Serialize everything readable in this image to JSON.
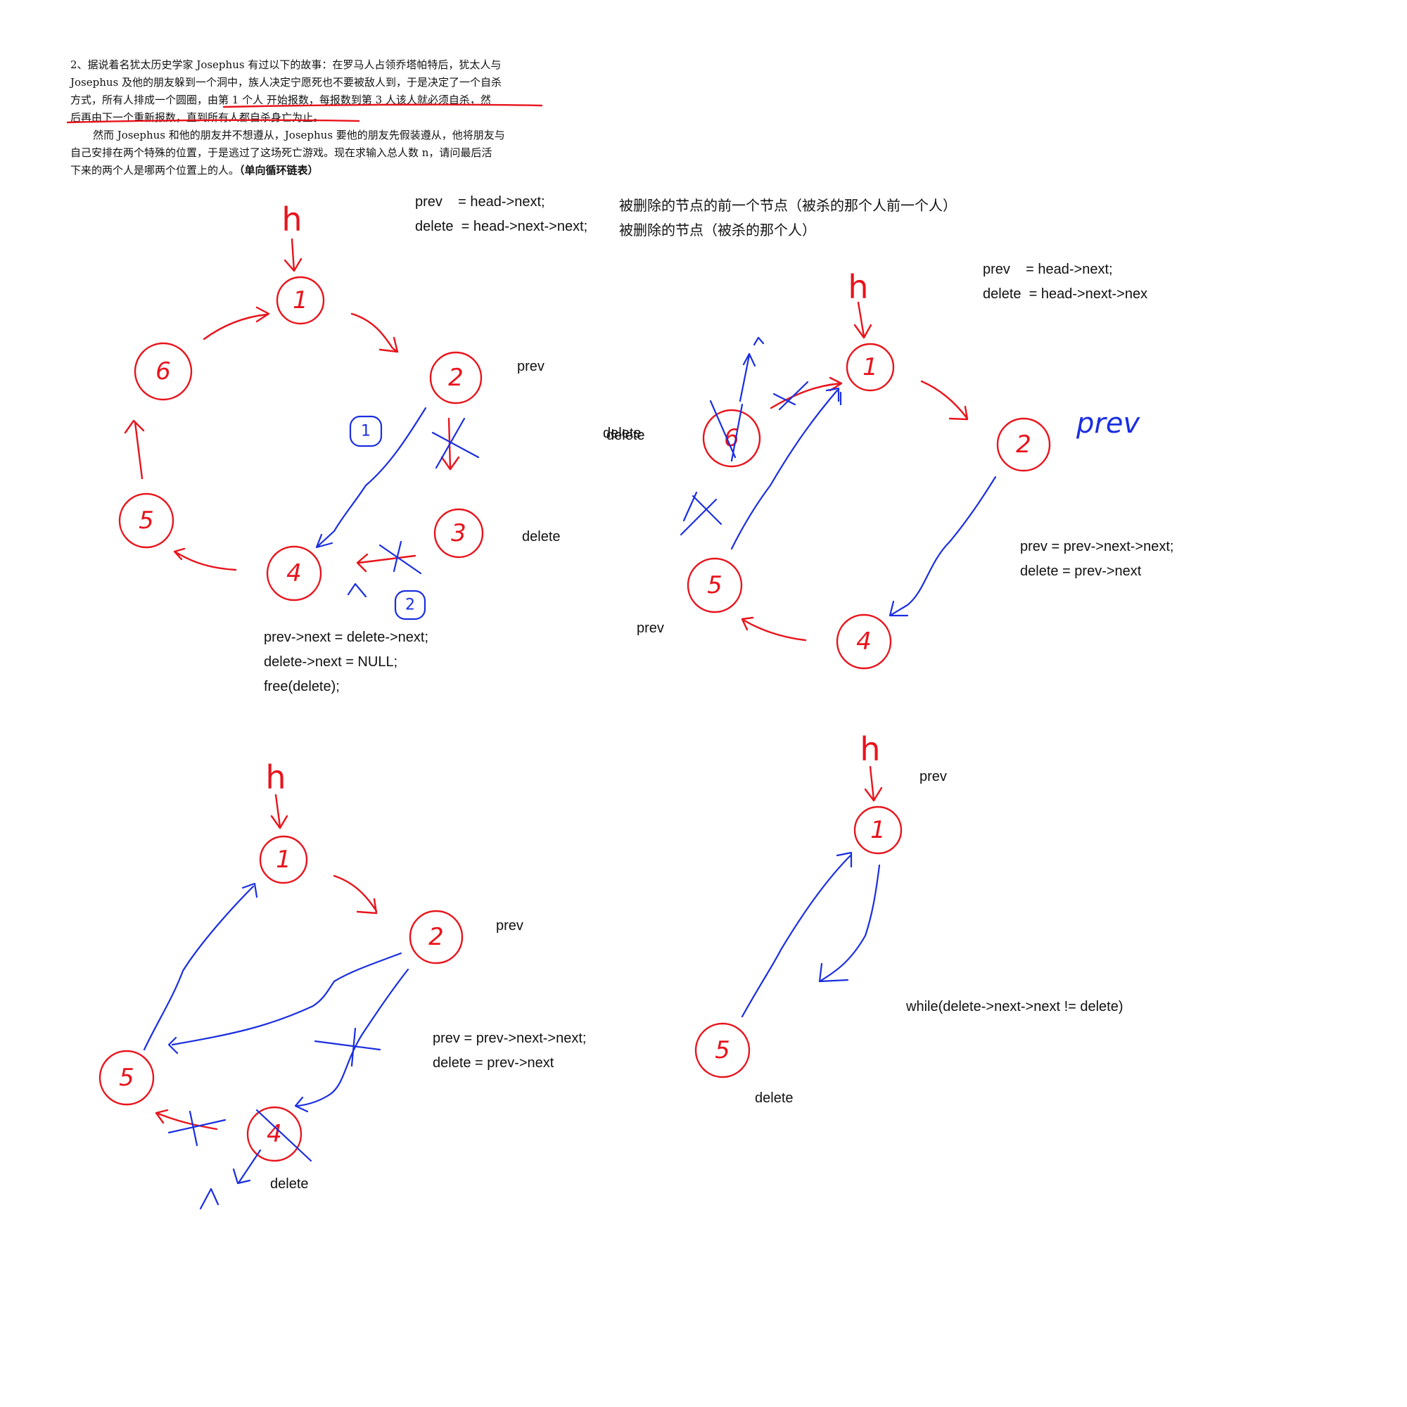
{
  "problem": {
    "line1": "2、据说着名犹太历史学家 Josephus 有过以下的故事：在罗马人占领乔塔帕特后，犹太人与",
    "line2": "Josephus 及他的朋友躲到一个洞中，族人决定宁愿死也不要被敌人到，于是决定了一个自杀",
    "line3": "方式，所有人排成一个圆圈，由第 1 个人 开始报数，每报数到第 3 人该人就必须自杀，然",
    "line4": "后再由下一个重新报数，直到所有人都自杀身亡为止。",
    "line5": "然而 Josephus 和他的朋友并不想遵从，Josephus 要他的朋友先假装遵从，他将朋友与",
    "line6": "自己安排在两个特殊的位置，于是逃过了这场死亡游戏。现在求输入总人数 n，请问最后活",
    "line7": "下来的两个人是哪两个位置上的人。",
    "line7_bold": "（单向循环链表）"
  },
  "top_defs": {
    "prev_line": "prev    = head->next;",
    "prev_desc": "被删除的节点的前一个节点（被杀的那个人前一个人）",
    "delete_line": "delete  = head->next->next;",
    "delete_desc": "被删除的节点（被杀的那个人）"
  },
  "diagram1": {
    "labels": {
      "prev": "prev",
      "delete_mid": "delete",
      "delete_right": "delete"
    },
    "code": [
      "prev->next = delete->next;",
      "delete->next = NULL;",
      "free(delete);"
    ],
    "nodes": [
      "1",
      "2",
      "3",
      "4",
      "5",
      "6"
    ],
    "head": "h",
    "step_marks": [
      "1",
      "2"
    ]
  },
  "diagram2": {
    "init_prev": "prev    = head->next;",
    "init_delete": "delete  = head->next->nex",
    "labels": {
      "delete": "delete",
      "prev": "prev",
      "prev_hand": "prev"
    },
    "code": [
      "prev = prev->next->next;",
      "delete = prev->next"
    ],
    "nodes": [
      "1",
      "2",
      "4",
      "5",
      "6"
    ],
    "head": "h"
  },
  "diagram3": {
    "labels": {
      "prev": "prev",
      "delete": "delete"
    },
    "code": [
      "prev = prev->next->next;",
      "delete = prev->next"
    ],
    "nodes": [
      "1",
      "2",
      "4",
      "5"
    ],
    "head": "h"
  },
  "diagram4": {
    "labels": {
      "prev": "prev",
      "delete": "delete"
    },
    "code": [
      "while(delete->next->next != delete)"
    ],
    "nodes": [
      "1",
      "5"
    ],
    "head": "h"
  }
}
